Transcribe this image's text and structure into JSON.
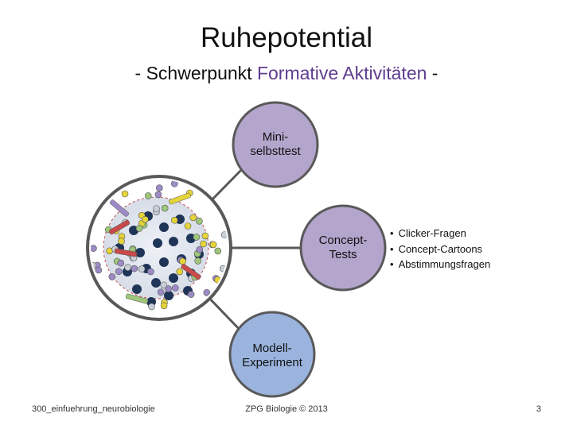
{
  "title": "Ruhepotential",
  "subtitle": {
    "prefix": "- Schwerpunkt ",
    "accent": "Formative Aktivitäten",
    "suffix": " -"
  },
  "nodes": {
    "mini": {
      "line1": "Mini-",
      "line2": "selbsttest"
    },
    "concept": {
      "line1": "Concept-",
      "line2": "Tests"
    },
    "modell": {
      "line1": "Modell-",
      "line2": "Experiment"
    }
  },
  "bullets": [
    "Clicker-Fragen",
    "Concept-Cartoons",
    "Abstimmungsfragen"
  ],
  "footer": {
    "left": "300_einfuehrung_neurobiologie",
    "center": "ZPG Biologie © 2013",
    "page": "3"
  },
  "colors": {
    "purple_node": "#b4a5cc",
    "blue_node": "#9ab4de",
    "connector": "#595959",
    "accent_text": "#5e3c8f"
  },
  "icons": {
    "membrane_image": "cell-membrane-ions-illustration"
  }
}
